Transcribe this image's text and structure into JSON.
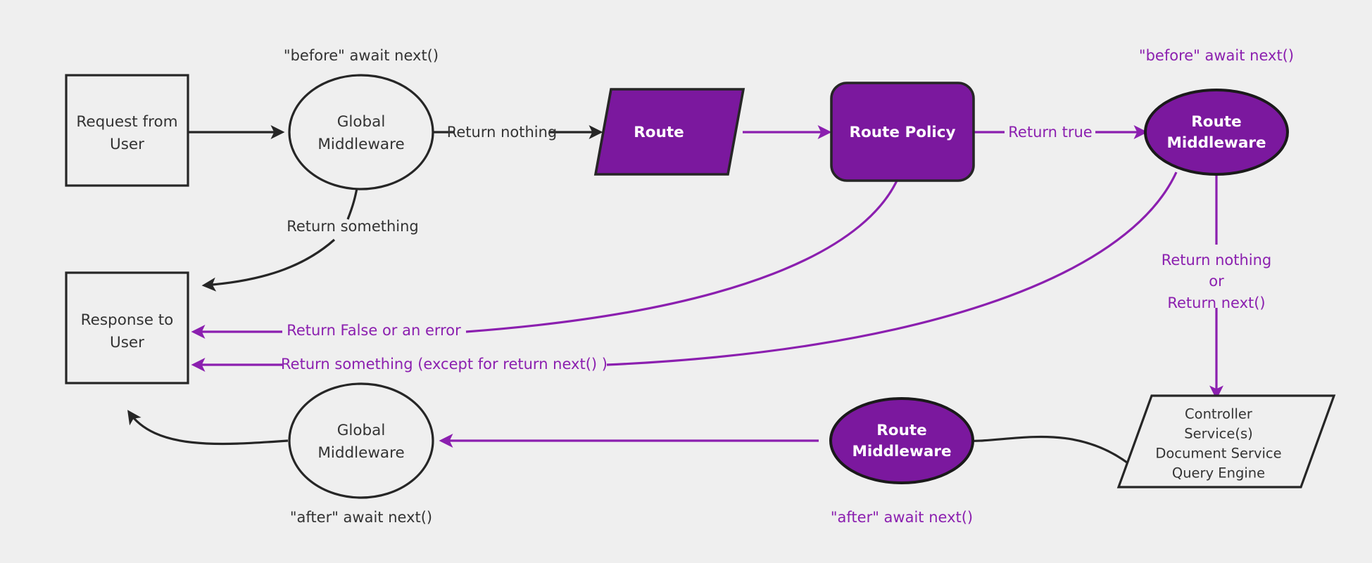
{
  "diagram": {
    "title": "Request / Middleware lifecycle flow",
    "background_color": "#efefef",
    "dark_stroke": "#262626",
    "purple_fill": "#7B189E",
    "purple_stroke": "#8B1FAF",
    "purple_text": "#8B1FAF",
    "white_text": "#ffffff",
    "dark_text": "#333333",
    "nodes": {
      "request_from_user": {
        "line1": "Request from",
        "line2": "User",
        "shape": "rectangle"
      },
      "global_middleware_top": {
        "line1": "Global",
        "line2": "Middleware",
        "shape": "ellipse"
      },
      "route": {
        "line1": "Route",
        "shape": "parallelogram"
      },
      "route_policy": {
        "line1": "Route Policy",
        "shape": "rounded-rectangle"
      },
      "route_middleware_top": {
        "line1": "Route",
        "line2": "Middleware",
        "shape": "ellipse"
      },
      "controller": {
        "line1": "Controller",
        "line2": "Service(s)",
        "line3": "Document Service",
        "line4": "Query Engine",
        "shape": "parallelogram"
      },
      "route_middleware_bottom": {
        "line1": "Route",
        "line2": "Middleware",
        "shape": "ellipse"
      },
      "global_middleware_bottom": {
        "line1": "Global",
        "line2": "Middleware",
        "shape": "ellipse"
      },
      "response_to_user": {
        "line1": "Response to",
        "line2": "User",
        "shape": "rectangle"
      }
    },
    "annotations": {
      "before_await_next_left": "\"before\" await next()",
      "before_await_next_right": "\"before\" await next()",
      "after_await_next_left": "\"after\" await next()",
      "after_await_next_right": "\"after\" await next()"
    },
    "edge_labels": {
      "return_nothing_top": "Return nothing",
      "return_something_top": "Return something",
      "return_true": "Return true",
      "return_false_or_error": "Return False or an error",
      "return_something_except_next": "Return something (except for return next() )",
      "return_nothing_or_next_l1": "Return nothing",
      "return_nothing_or_next_l2": "or",
      "return_nothing_or_next_l3": "Return next()"
    }
  }
}
